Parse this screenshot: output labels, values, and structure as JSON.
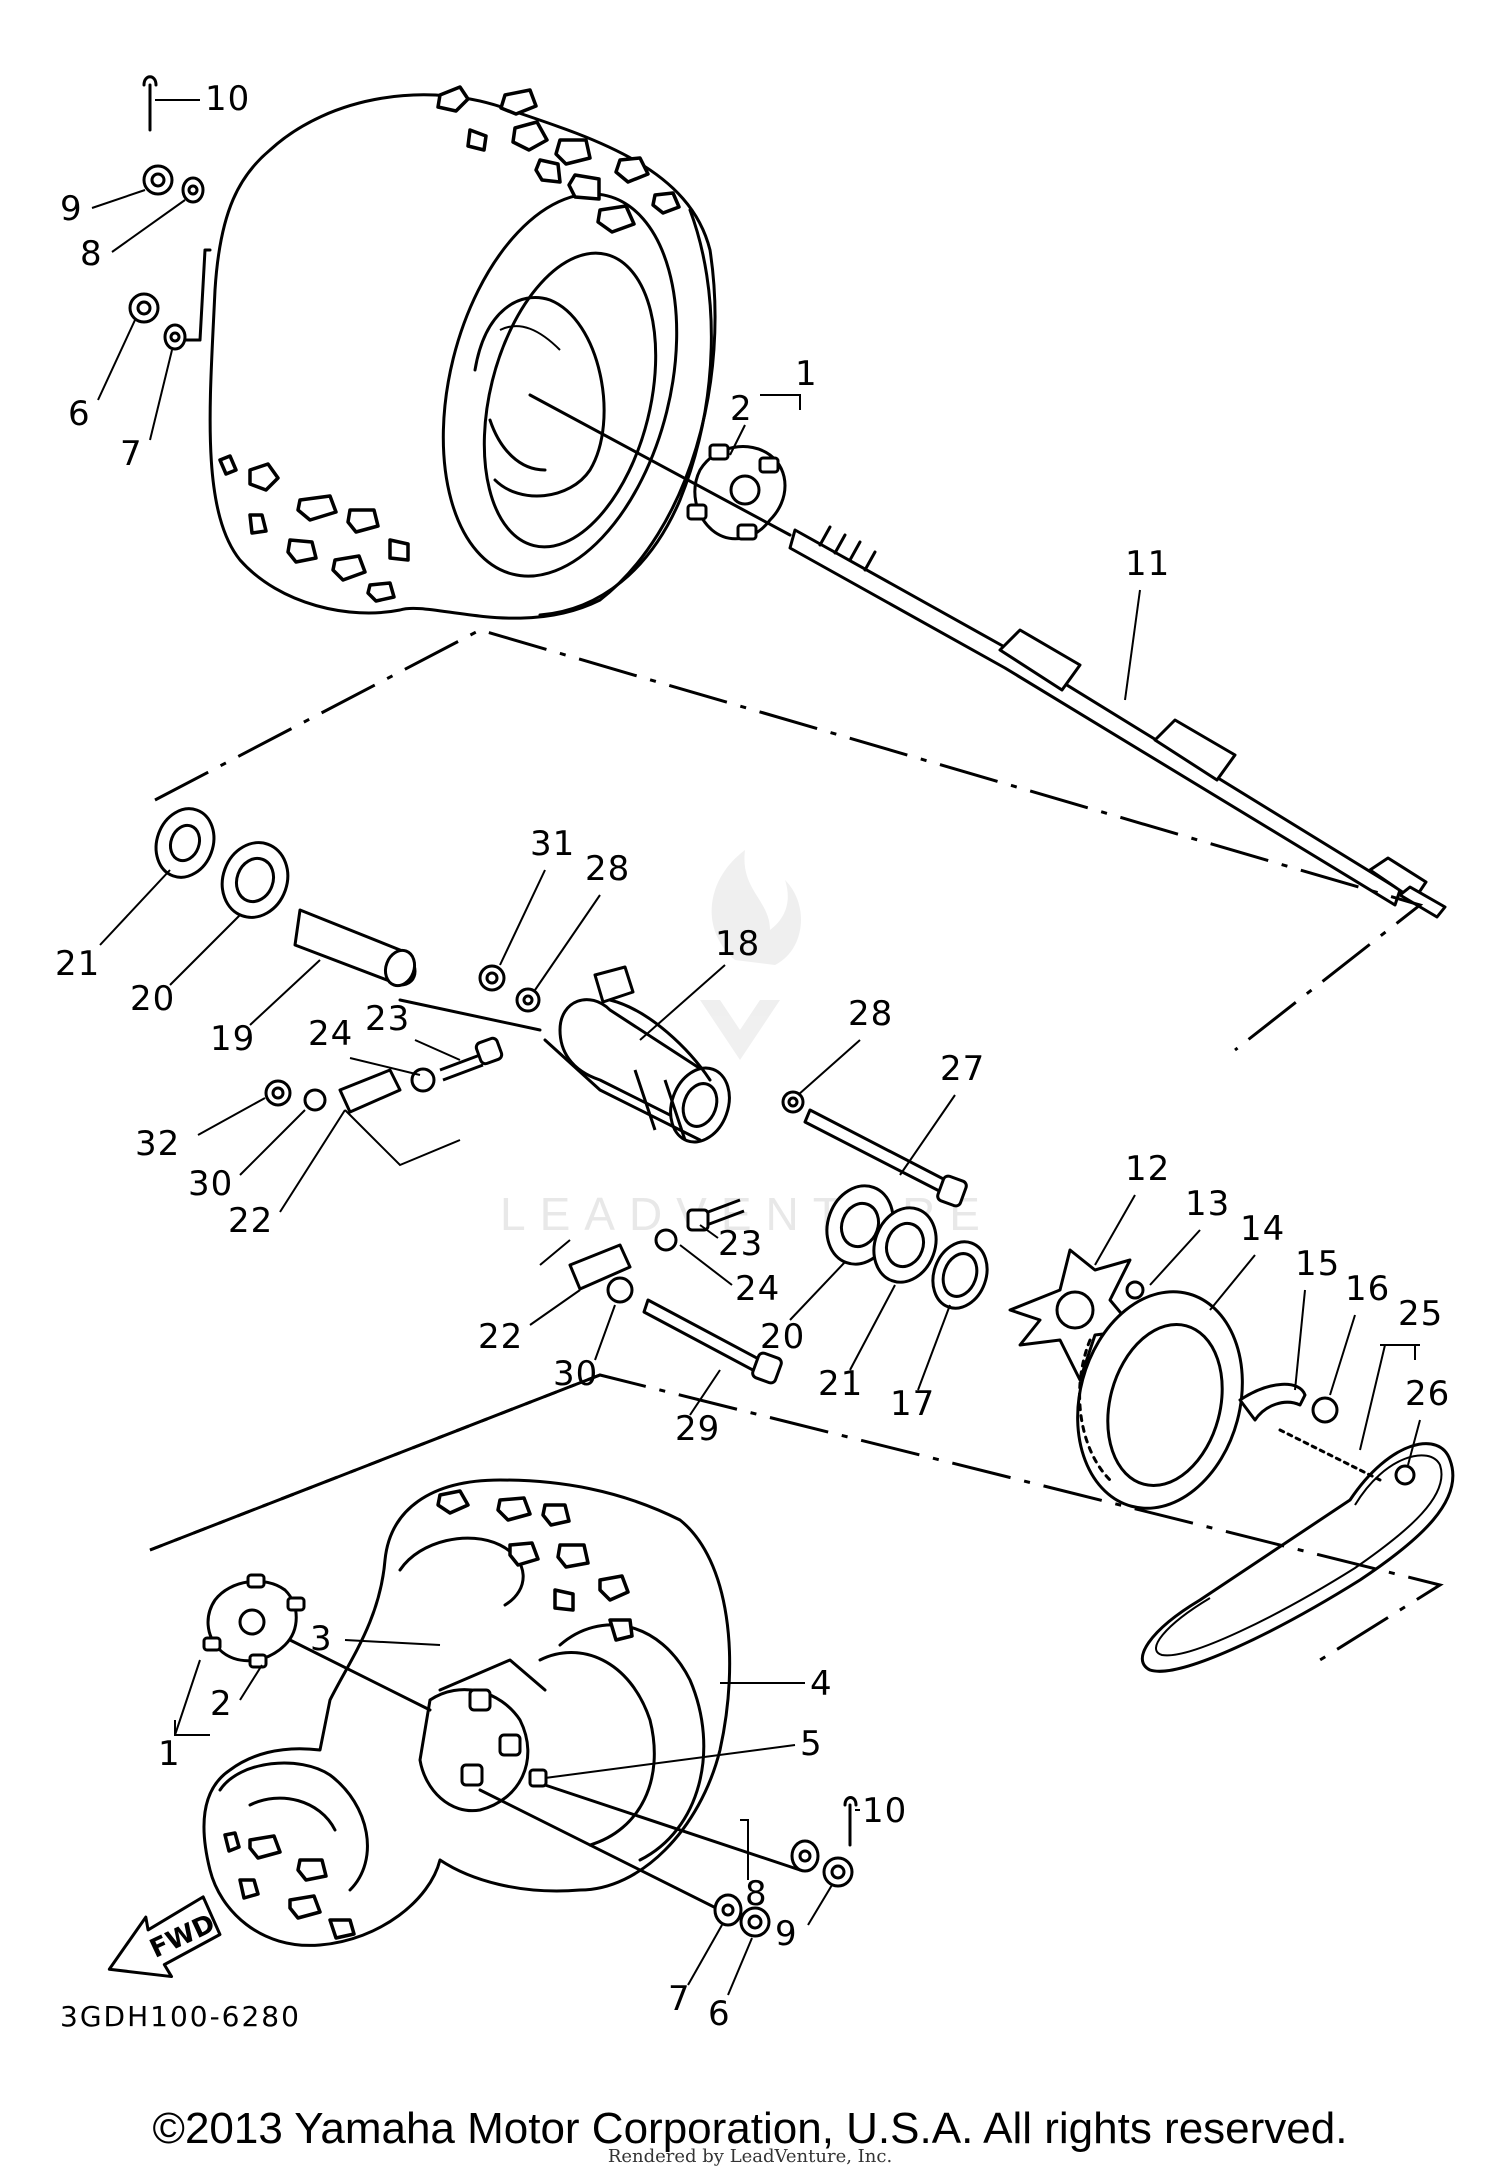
{
  "diagram": {
    "code": "3GDH100-6280",
    "direction_label": "FWD",
    "callouts": [
      "10",
      "9",
      "8",
      "6",
      "7",
      "2",
      "1",
      "11",
      "21",
      "20",
      "19",
      "31",
      "28",
      "18",
      "23",
      "24",
      "32",
      "30",
      "22",
      "28",
      "27",
      "23",
      "24",
      "22",
      "30",
      "20",
      "21",
      "17",
      "29",
      "12",
      "13",
      "14",
      "15",
      "16",
      "25",
      "26",
      "3",
      "4",
      "5",
      "2",
      "1",
      "10",
      "8",
      "9",
      "7",
      "6"
    ]
  },
  "watermark": {
    "text": "LEADVENTURE"
  },
  "footer": {
    "copyright": "©2013 Yamaha Motor Corporation, U.S.A. All rights reserved.",
    "rendered_by": "Rendered by LeadVenture, Inc."
  }
}
